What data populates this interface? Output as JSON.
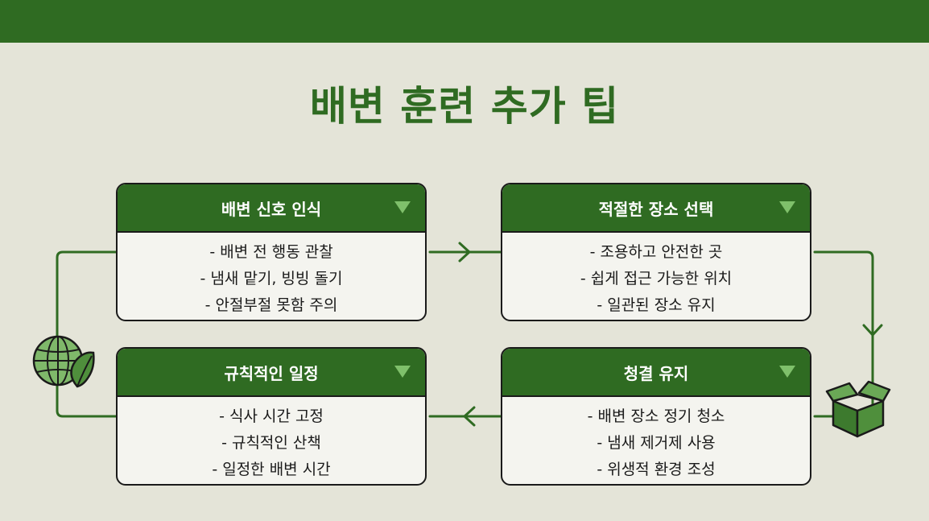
{
  "title": "배변 훈련 추가 팁",
  "colors": {
    "accent": "#2f6b22",
    "background": "#e4e4d8",
    "icon_fill": "#7fc06b"
  },
  "icons": {
    "globe": "globe-leaf-icon",
    "box": "open-box-icon"
  },
  "cards": [
    {
      "title": "배변 신호 인식",
      "lines": [
        "- 배변 전 행동 관찰",
        "- 냄새 맡기, 빙빙 돌기",
        "- 안절부절 못함 주의"
      ]
    },
    {
      "title": "적절한 장소 선택",
      "lines": [
        "- 조용하고 안전한 곳",
        "- 쉽게 접근 가능한 위치",
        "- 일관된 장소 유지"
      ]
    },
    {
      "title": "규칙적인 일정",
      "lines": [
        "- 식사 시간 고정",
        "- 규칙적인 산책",
        "- 일정한 배변 시간"
      ]
    },
    {
      "title": "청결 유지",
      "lines": [
        "- 배변 장소 정기 청소",
        "- 냄새 제거제 사용",
        "- 위생적 환경 조성"
      ]
    }
  ]
}
